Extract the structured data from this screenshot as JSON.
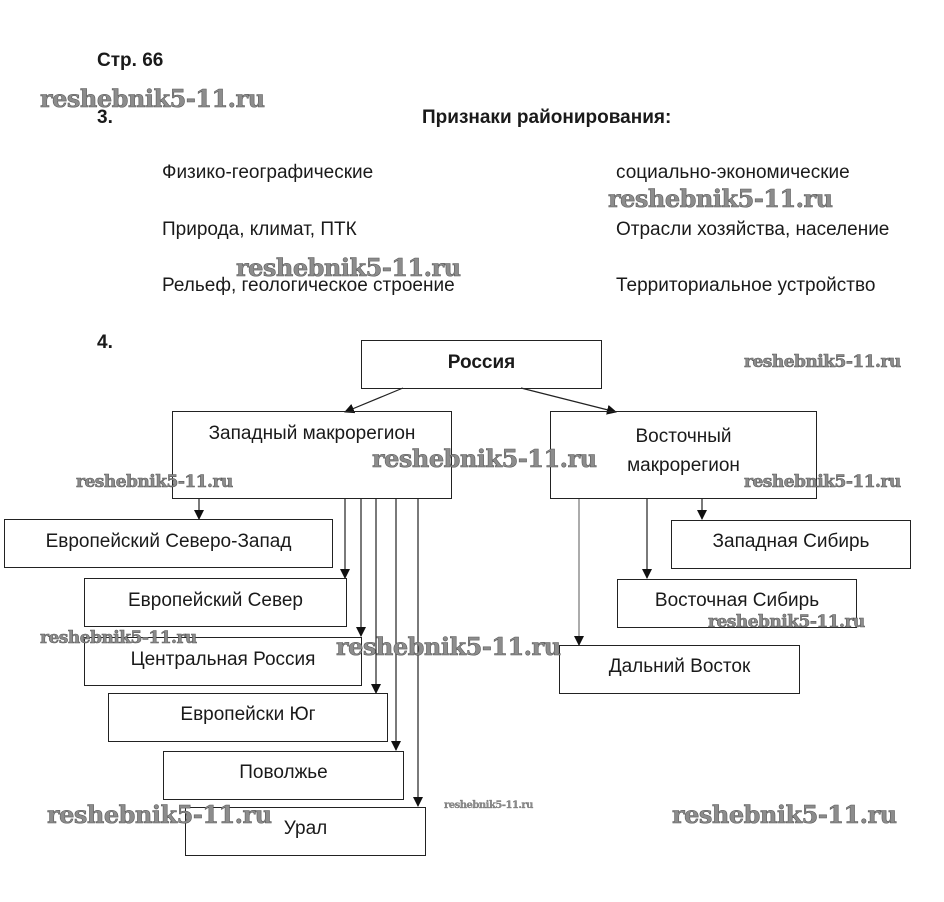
{
  "page": {
    "page_label": "Стр. 66",
    "task3": {
      "number": "3.",
      "title": "Признаки районирования:",
      "left_column": {
        "heading": "Физико-географические",
        "items": [
          "Природа, климат, ПТК",
          "Рельеф, геологическое строение"
        ]
      },
      "right_column": {
        "heading": "социально-экономические",
        "items": [
          "Отрасли хозяйства, население",
          "Территориальное устройство"
        ]
      }
    },
    "task4": {
      "number": "4.",
      "root": "Россия",
      "western": {
        "label_line1": "Западный макрорегион",
        "children": [
          "Европейский Северо-Запад",
          "Европейский Север",
          "Центральная Россия",
          "Европейски Юг",
          "Поволжье",
          "Урал"
        ]
      },
      "eastern": {
        "label_line1": "Восточный",
        "label_line2": "макрорегион",
        "children": [
          "Западная Сибирь",
          "Восточная Сибирь",
          "Дальний Восток"
        ]
      }
    },
    "watermark": "reshebnik5-11.ru"
  }
}
